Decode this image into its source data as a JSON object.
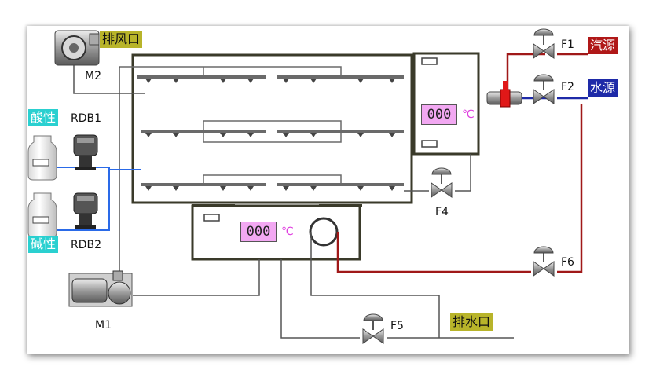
{
  "exhaust_label": "排风口",
  "drain_label": "排水口",
  "acid_label": "酸性",
  "alkali_label": "碱性",
  "steam_label": "汽源",
  "water_label": "水源",
  "motors": {
    "m1": "M1",
    "m2": "M2"
  },
  "pumps": {
    "rdb1": "RDB1",
    "rdb2": "RDB2"
  },
  "valves": {
    "f1": "F1",
    "f2": "F2",
    "f4": "F4",
    "f5": "F5",
    "f6": "F6"
  },
  "readouts": {
    "side_tank": {
      "value": "000",
      "unit": "℃"
    },
    "bottom_tank": {
      "value": "000",
      "unit": "℃"
    }
  },
  "colors": {
    "steam_pipe": "#a01818",
    "water_pipe": "#1e2aa8",
    "dosing_pipe": "#2a6ae8",
    "structure": "#3a3a2a",
    "pipe": "#555555",
    "readout_bg": "#f2a8f2",
    "unit_text": "#e040e0"
  },
  "icons": [
    "fan-icon",
    "pump-motor-icon",
    "bottle-icon",
    "dosing-pump-icon",
    "valve-icon",
    "heater-coil-icon",
    "mixing-valve-icon"
  ]
}
